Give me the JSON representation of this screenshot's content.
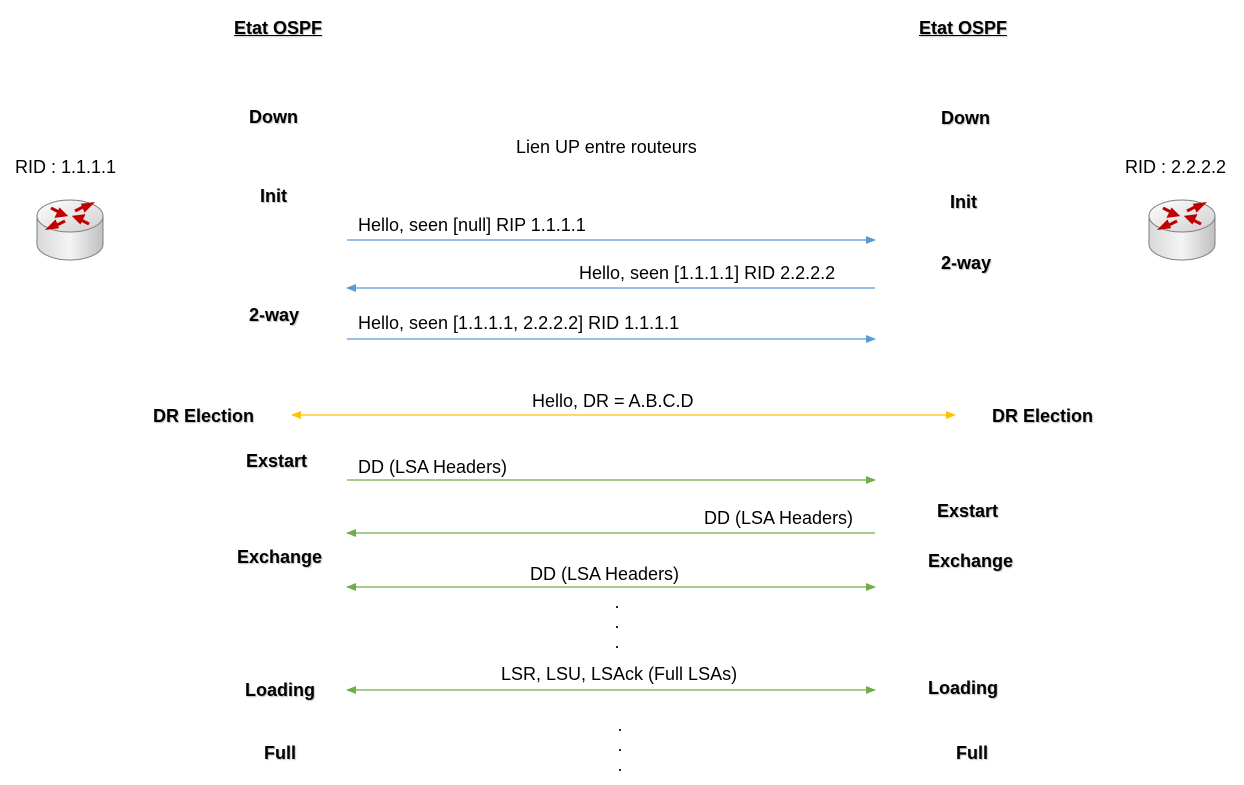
{
  "left": {
    "header": "Etat OSPF",
    "rid": "RID : 1.1.1.1",
    "states": {
      "down": "Down",
      "init": "Init",
      "two_way": "2-way",
      "dr_election": "DR Election",
      "exstart": "Exstart",
      "exchange": "Exchange",
      "loading": "Loading",
      "full": "Full"
    }
  },
  "right": {
    "header": "Etat OSPF",
    "rid": "RID : 2.2.2.2",
    "states": {
      "down": "Down",
      "init": "Init",
      "two_way": "2-way",
      "dr_election": "DR Election",
      "exstart": "Exstart",
      "exchange": "Exchange",
      "loading": "Loading",
      "full": "Full"
    }
  },
  "link_up": "Lien UP entre routeurs",
  "messages": {
    "hello1": "Hello, seen [null] RIP 1.1.1.1",
    "hello2": "Hello, seen [1.1.1.1] RID 2.2.2.2",
    "hello3": "Hello, seen [1.1.1.1, 2.2.2.2] RID 1.1.1.1",
    "hello_dr": "Hello, DR = A.B.C.D",
    "dd1": "DD (LSA Headers)",
    "dd2": "DD (LSA Headers)",
    "dd3": "DD (LSA Headers)",
    "lsr": "LSR, LSU, LSAck (Full LSAs)"
  },
  "colors": {
    "hello": "#5b9bd5",
    "dr": "#ffc000",
    "dd": "#70ad47"
  },
  "icons": {
    "left_router": "router-icon",
    "right_router": "router-icon"
  }
}
